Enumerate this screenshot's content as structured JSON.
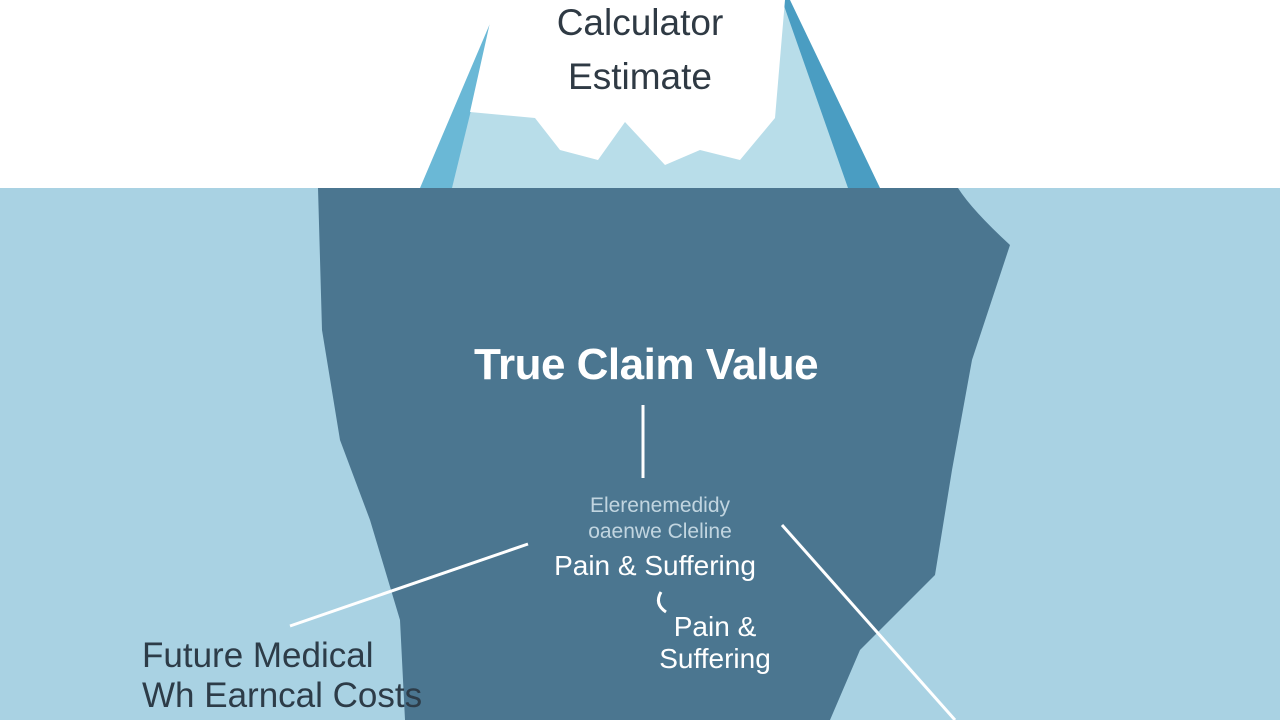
{
  "diagram": {
    "tip_label_line1": "Calculator",
    "tip_label_line2": "Estimate",
    "main_label": "True Claim Value",
    "garbled_line1": "Elerenemedidy",
    "garbled_line2": "oaenwe Cleline",
    "item1_label": "Pain & Suffering",
    "item2_line1": "Pain &",
    "item2_line2": "Suffering",
    "left_label_line1": "Future Medical",
    "left_label_line2": "Wh Earncal Costs"
  },
  "colors": {
    "water": "#a9d2e3",
    "iceberg_underwater": "#4b7690",
    "ice_light": "#b8dde9",
    "ice_mid": "#6ab8d6",
    "ice_dark": "#4a9dc2",
    "snow": "#ffffff",
    "text_dark": "#2f3a44"
  }
}
